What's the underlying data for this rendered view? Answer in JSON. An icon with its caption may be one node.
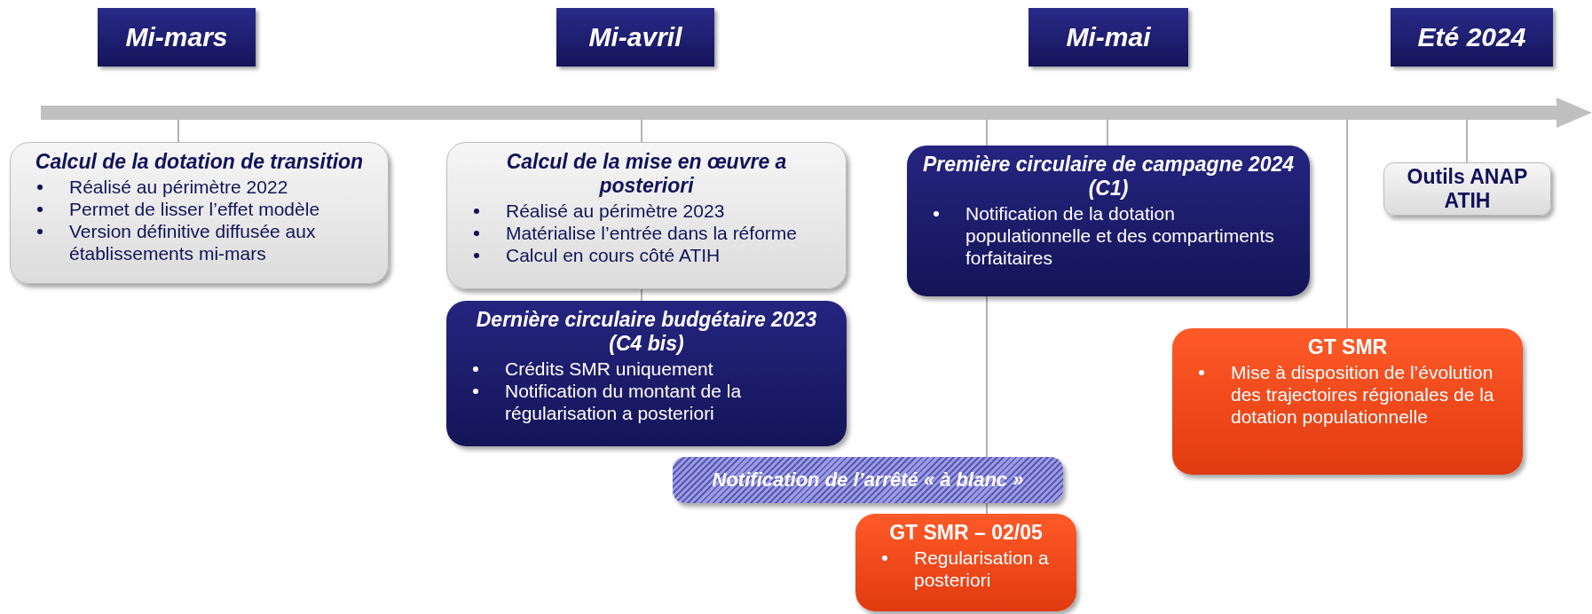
{
  "diagram": {
    "nodes": [
      {
        "text": [
          "Mi-mars"
        ]
      },
      {
        "text": [
          "Mi-avril"
        ]
      },
      {
        "text": [
          "Mi-mai"
        ]
      },
      {
        "text": [
          "Eté 2024"
        ]
      },
      {
        "text": [],
        "shape": "bar"
      },
      {
        "text": [
          "Calcul de la dotation de transition",
          "Réalisé au périmètre 2022",
          "Permet de lisser l’effet modèle",
          "Version définitive diffusée aux établissements mi-mars"
        ]
      },
      {
        "text": [
          "Calcul de la mise en œuvre a posteriori",
          "Réalisé au périmètre 2023",
          "Matérialise l’entrée dans la réforme",
          "Calcul en cours côté ATIH"
        ]
      },
      {
        "text": [
          "Première circulaire de campagne 2024 (C1)",
          "Notification de la dotation populationnelle et des compartiments forfaitaires"
        ]
      },
      {
        "text": [
          "Outils ANAP ATIH"
        ]
      },
      {
        "text": [
          "Dernière circulaire budgétaire 2023 (C4 bis)",
          "Crédits SMR uniquement",
          "Notification du montant de la régularisation a posteriori"
        ]
      },
      {
        "text": [
          "GT SMR",
          "Mise à disposition de l’évolution des trajectoires régionales de la dotation populationnelle"
        ]
      },
      {
        "text": [
          "Notification de l’arrêté « à blanc »"
        ]
      },
      {
        "text": [
          "GT SMR – 02/05",
          "Regularisation a posteriori"
        ]
      }
    ],
    "edges": [
      {
        "from": 4,
        "to": 5,
        "arrow": "none"
      },
      {
        "from": 4,
        "to": 6,
        "arrow": "none"
      },
      {
        "from": 6,
        "to": 9,
        "arrow": "none"
      },
      {
        "from": 4,
        "to": 7,
        "arrow": "none"
      },
      {
        "from": 4,
        "to": 7,
        "arrow": "none"
      },
      {
        "from": 7,
        "to": 11,
        "arrow": "none"
      },
      {
        "from": 11,
        "to": 12,
        "arrow": "none"
      },
      {
        "from": 4,
        "to": 10,
        "arrow": "none"
      },
      {
        "from": 4,
        "to": 8,
        "arrow": "none"
      }
    ]
  }
}
